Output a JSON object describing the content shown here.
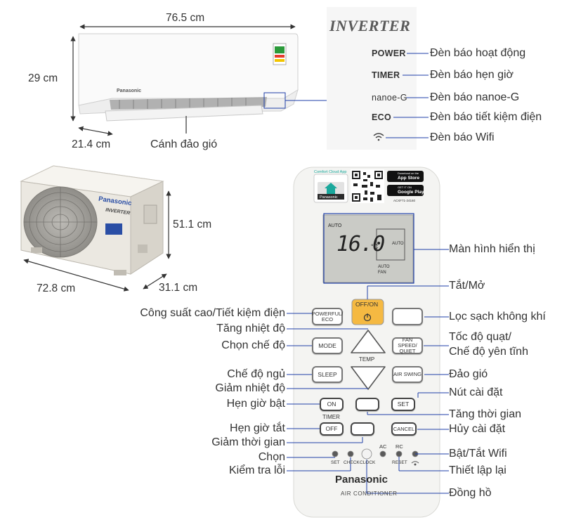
{
  "indoor_unit": {
    "width_label": "76.5 cm",
    "height_label": "29 cm",
    "depth_label": "21.4 cm",
    "brand": "Panasonic",
    "flap_label": "Cánh đảo gió"
  },
  "indicator_panel": {
    "logo": "INVERTER",
    "items": [
      {
        "code": "POWER",
        "desc": "Đèn báo hoạt động"
      },
      {
        "code": "TIMER",
        "desc": "Đèn báo hẹn giờ"
      },
      {
        "code": "nanoe-G",
        "desc": "Đèn báo nanoe-G"
      },
      {
        "code": "ECO",
        "desc": "Đèn báo tiết kiệm điện"
      },
      {
        "code": "",
        "desc": "Đèn báo Wifi",
        "icon": "wifi-icon"
      }
    ]
  },
  "outdoor_unit": {
    "height_label": "51.1 cm",
    "width_label": "72.8 cm",
    "depth_label": "31.1 cm",
    "brand": "Panasonic",
    "sub_brand": "INVERTER"
  },
  "remote": {
    "app_title": "Comfort Cloud App",
    "app_label": "Panasonic",
    "store_app_store": "App Store",
    "store_google_play": "Google Play",
    "store_app_store_small": "Download on the",
    "store_google_play_small": "GET IT ON",
    "model": "ACXF71-24160",
    "lcd_mode": "AUTO",
    "lcd_temp": "16.0",
    "lcd_unit": "°C",
    "lcd_swing": "AUTO",
    "lcd_fan_1": "AUTO",
    "lcd_fan_2": "FAN",
    "brand": "Panasonic",
    "product": "AIR CONDITIONER",
    "buttons": {
      "off_on": "OFF/ON",
      "powerful_1": "POWERFUL/",
      "powerful_2": "ECO",
      "mode": "MODE",
      "temp": "TEMP",
      "fan_1": "FAN SPEED/",
      "fan_2": "QUIET",
      "sleep": "SLEEP",
      "air_swing": "AIR SWING",
      "on": "ON",
      "timer": "TIMER",
      "set": "SET",
      "off": "OFF",
      "cancel": "CANCEL"
    },
    "small_labels": {
      "set": "SET",
      "check": "CHECK",
      "clock": "CLOCK",
      "ac": "AC",
      "rc": "RC",
      "reset": "RESET"
    }
  },
  "callouts_right": [
    "Màn hình hiển thị",
    "Tắt/Mở",
    "Lọc sạch không khí",
    "Tốc độ quạt/",
    "Chế độ yên tĩnh",
    "Đảo gió",
    "Nút cài đặt",
    "Tăng thời gian",
    "Hủy cài đặt",
    "Bật/Tắt Wifi",
    "Thiết lập lại",
    "Đồng hồ"
  ],
  "callouts_left": [
    "Công suất cao/Tiết kiệm điện",
    "Tăng nhiệt độ",
    "Chọn chế độ",
    "Chế độ ngủ",
    "Giảm nhiệt độ",
    "Hẹn giờ bật",
    "Hẹn giờ tắt",
    "Giảm thời gian",
    "Chọn",
    "Kiểm tra lỗi"
  ],
  "colors": {
    "line": "#1f3fa8",
    "offon_button": "#f5b942",
    "lcd": "#c9cbc5",
    "remote_body": "#f4f4f2"
  }
}
